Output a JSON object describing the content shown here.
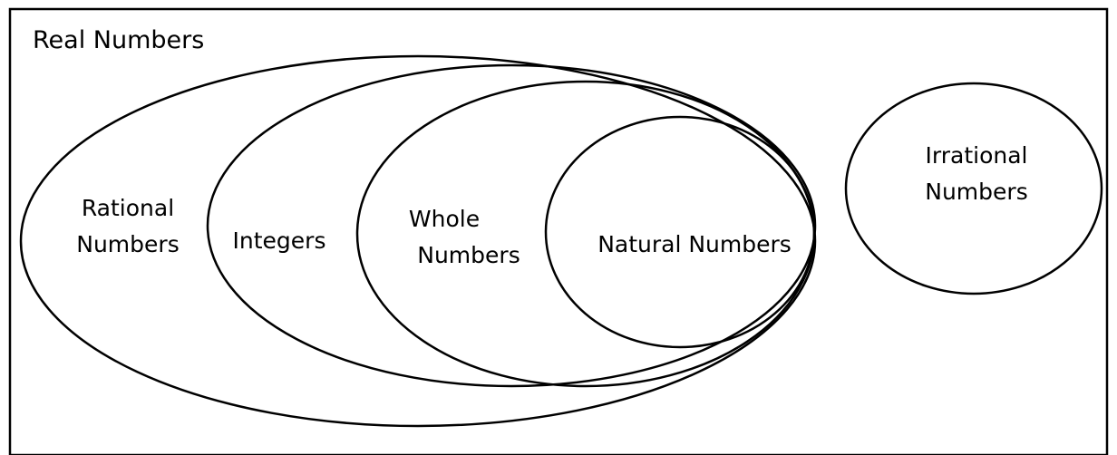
{
  "diagram": {
    "sets": {
      "real": "Real Numbers",
      "rational": [
        "Rational",
        "Numbers"
      ],
      "integers": "Integers",
      "whole": [
        "Whole",
        "Numbers"
      ],
      "natural": "Natural Numbers",
      "irrational": [
        "Irrational",
        "Numbers"
      ]
    },
    "colors": {
      "stroke": "#000000",
      "background": "#ffffff"
    }
  }
}
